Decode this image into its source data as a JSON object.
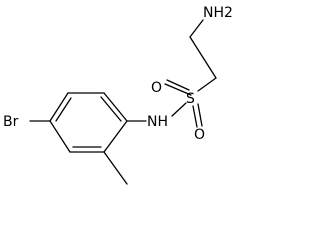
{
  "atoms": {
    "nh2": "NH2",
    "s": "S",
    "o_top": "O",
    "o_bottom": "O",
    "nh": "NH",
    "br": "Br"
  },
  "colors": {
    "bond": "#000000",
    "label": "#000000",
    "background": "#ffffff"
  }
}
